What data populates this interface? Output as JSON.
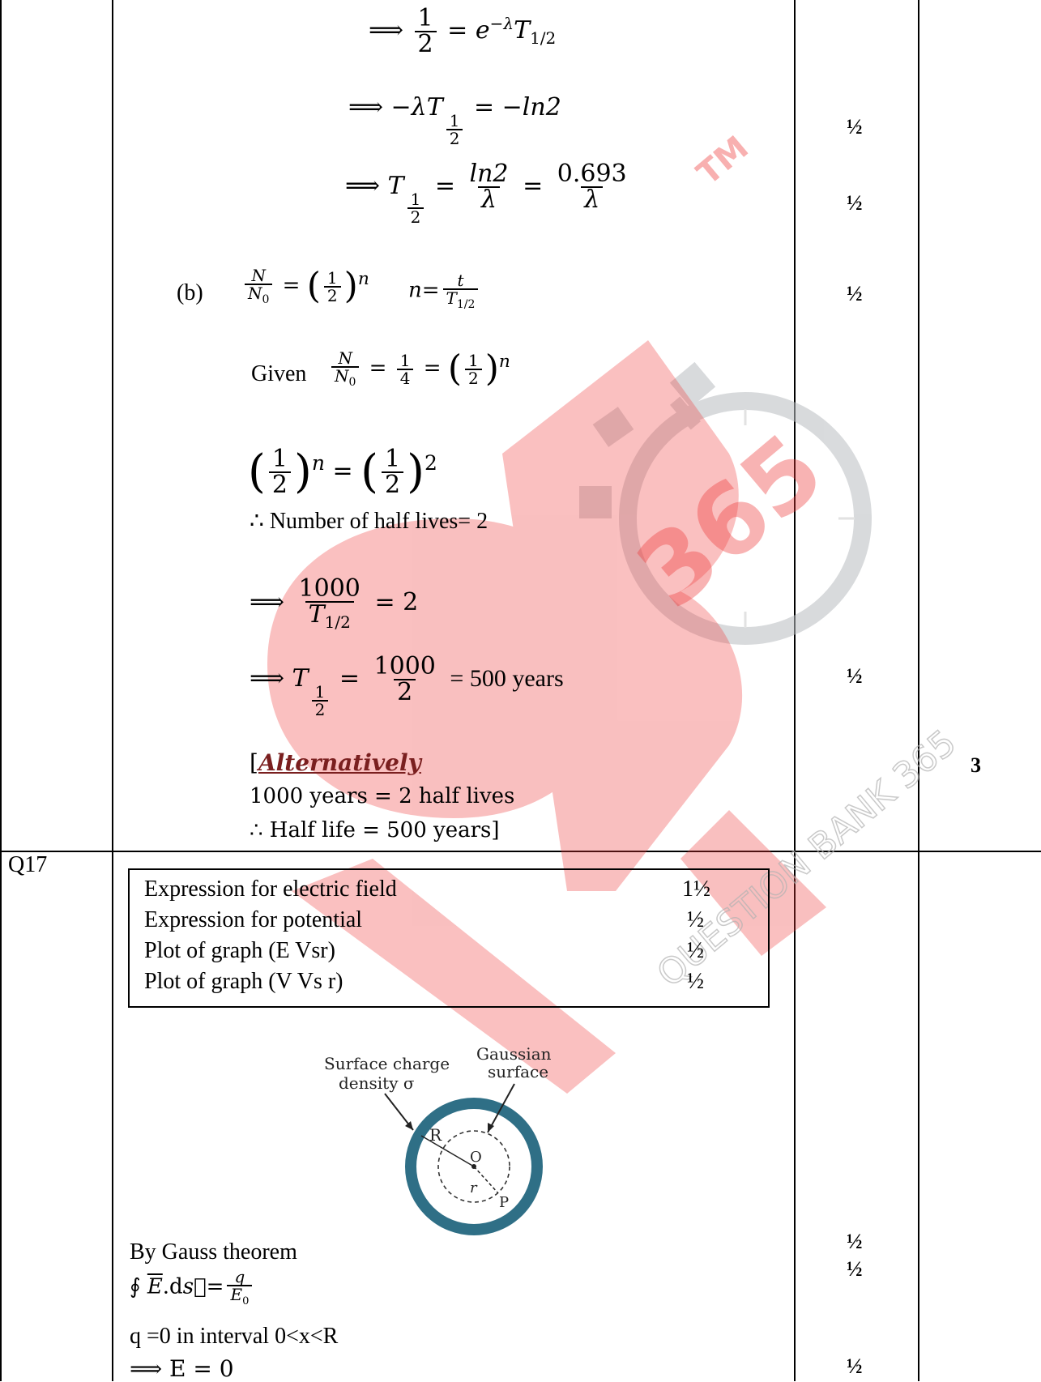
{
  "row16": {
    "eq1": {
      "lhs_num": "1",
      "lhs_den": "2",
      "rhs": "e",
      "rhs_sup": "−λ",
      "rhs_tail": "T",
      "rhs_sub": "1/2"
    },
    "eq2": {
      "lhs": "−λT",
      "sub_num": "1",
      "sub_den": "2",
      "rhs": "−ln2"
    },
    "eq3": {
      "t": "T",
      "sub_num": "1",
      "sub_den": "2",
      "f1_num": "ln2",
      "f1_den": "λ",
      "f2_num": "0.693",
      "f2_den": "λ"
    },
    "part_b": {
      "label": "(b)",
      "ratio_num": "N",
      "ratio_den": "N",
      "ratio_den_sub": "0",
      "half_num": "1",
      "half_den": "2",
      "exp": "n",
      "n_lhs": "n=",
      "n_num": "t",
      "n_den": "T",
      "n_den_sub": "1/2"
    },
    "given": {
      "word": "Given",
      "ratio_num": "N",
      "ratio_den": "N",
      "ratio_den_sub": "0",
      "quarter_num": "1",
      "quarter_den": "4",
      "half_num": "1",
      "half_den": "2",
      "exp": "n"
    },
    "equal_powers": {
      "half_num": "1",
      "half_den": "2",
      "exp_left": "n",
      "exp_right": "2"
    },
    "half_lives_line": "∴ Number of half lives= 2",
    "eq_1000": {
      "num": "1000",
      "den": "T",
      "den_sub": "1/2",
      "rhs": "= 2"
    },
    "eq_result": {
      "t": "T",
      "sub_num": "1",
      "sub_den": "2",
      "num": "1000",
      "den": "2",
      "rhs": "= 500 years"
    },
    "alt": {
      "bracket": "[",
      "word": "Alternatively",
      "line1": "1000 years = 2 half lives",
      "line2": "∴ Half life = 500 years]"
    },
    "marks": [
      "½",
      "½",
      "½",
      "½"
    ],
    "total": "3"
  },
  "row17": {
    "qno": "Q17",
    "scheme": [
      {
        "label": "Expression for electric field",
        "mark": "1½"
      },
      {
        "label": "Expression for potential",
        "mark": "½"
      },
      {
        "label": "Plot of graph (E Vsr)",
        "mark": "½"
      },
      {
        "label": "Plot of graph  (V  Vs r)",
        "mark": "½"
      }
    ],
    "diagram": {
      "label_charge_1": "Surface charge",
      "label_charge_2": "density σ",
      "label_gauss_1": "Gaussian",
      "label_gauss_2": "surface",
      "R": "R",
      "O": "O",
      "r": "r",
      "P": "P"
    },
    "gauss_line": "By Gauss theorem",
    "integral": {
      "sym": "∮",
      "lhs": "E",
      "rhs_num": "q",
      "rhs_den": "E",
      "rhs_den_sub": "0"
    },
    "q_line": "q =0 in interval 0<x<R",
    "e_line": "⟹ E = 0",
    "marks": [
      "½",
      "½",
      "½"
    ]
  },
  "watermark": {
    "brand": "QUESTION BANK 365",
    "num": "365",
    "tm": "TM"
  }
}
